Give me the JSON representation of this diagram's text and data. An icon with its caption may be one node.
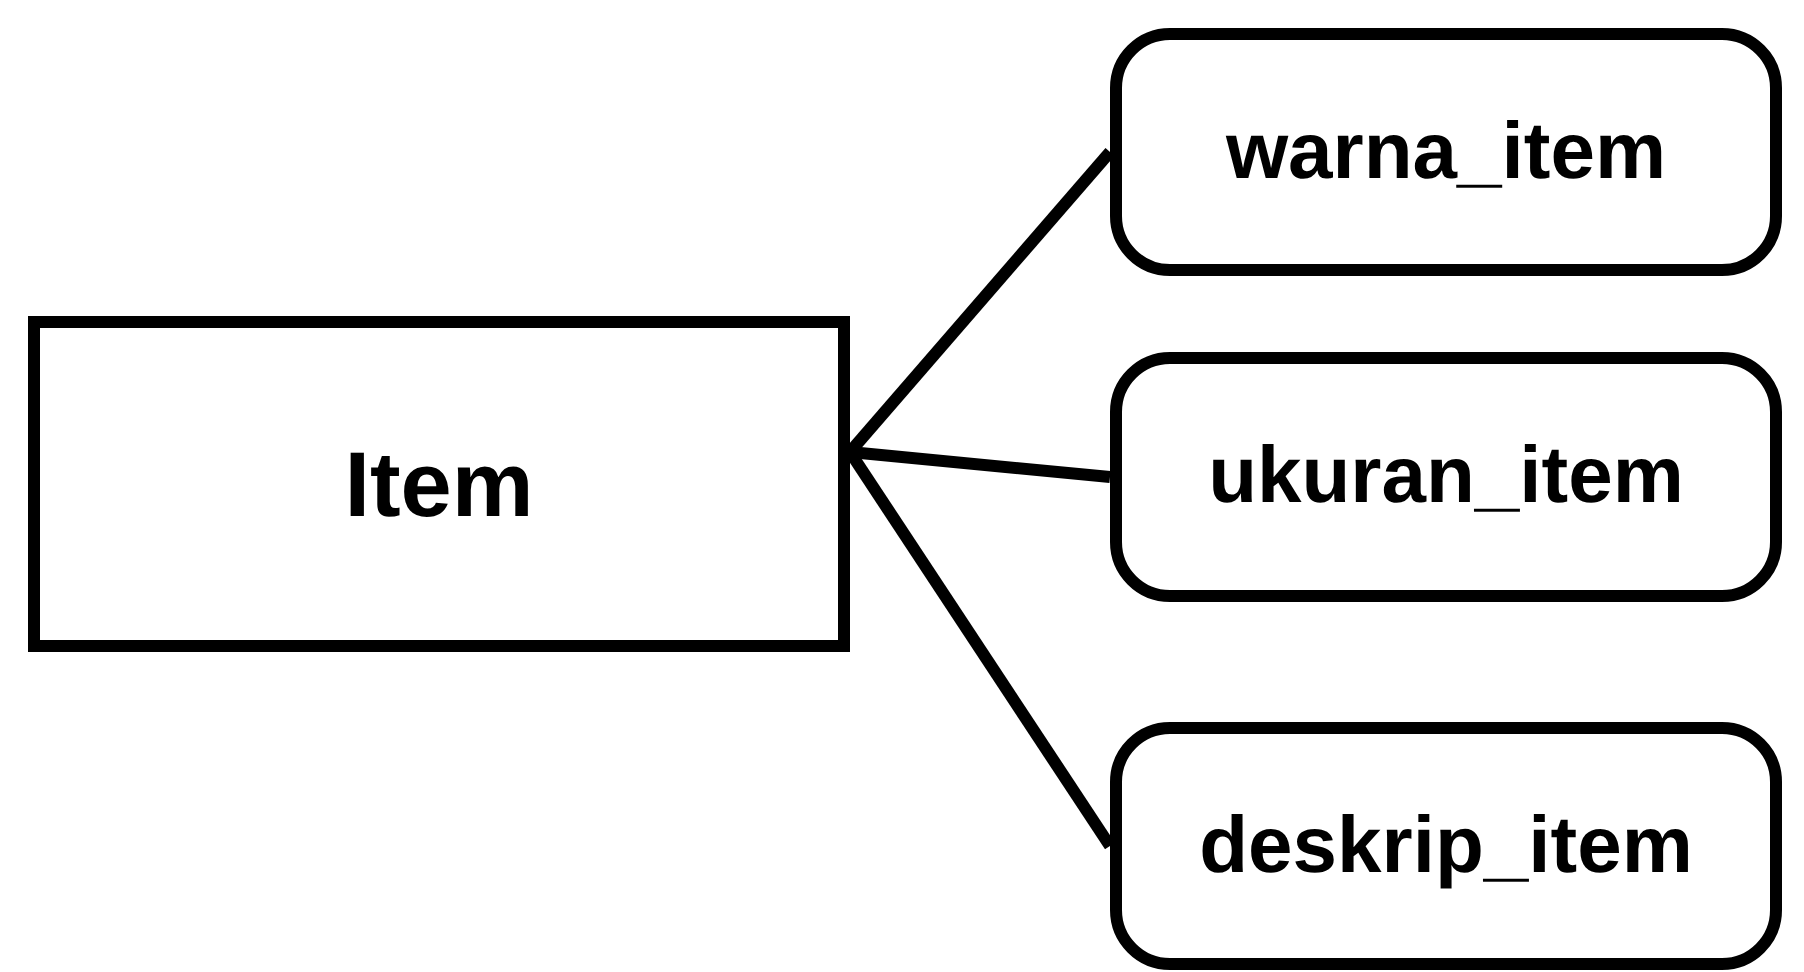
{
  "diagram": {
    "nodes": [
      {
        "text": [
          "Item"
        ]
      },
      {
        "text": [
          "warna_item"
        ]
      },
      {
        "text": [
          "ukuran_item"
        ]
      },
      {
        "text": [
          "deskrip_item"
        ]
      }
    ],
    "edges": [
      {
        "from": 0,
        "to": 1,
        "arrow": "none"
      },
      {
        "from": 0,
        "to": 2,
        "arrow": "none"
      },
      {
        "from": 0,
        "to": 3,
        "arrow": "none"
      }
    ]
  }
}
